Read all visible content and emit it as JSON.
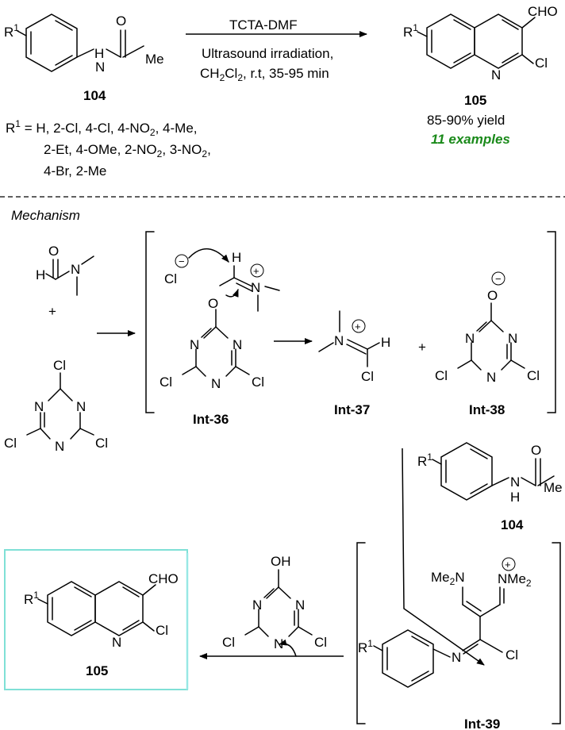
{
  "reaction": {
    "conditions_top": "TCTA-DMF",
    "conditions_mid": "Ultrasound irradiation,",
    "conditions_bot": "CH2Cl2, r.t, 35-95 min",
    "reactant_label": "104",
    "product_label": "105",
    "yield_text": "85-90% yield",
    "examples_text": "11 examples",
    "r1_line1": "R1 = H, 2-Cl, 4-Cl, 4-NO2, 4-Me,",
    "r1_line2": "2-Et, 4-OMe, 2-NO2, 3-NO2,",
    "r1_line3": "4-Br, 2-Me"
  },
  "mechanism": {
    "heading": "Mechanism",
    "int36_label": "Int-36",
    "int37_label": "Int-37",
    "int38_label": "Int-38",
    "int39_label": "Int-39",
    "reagent_label": "104",
    "final_label": "105"
  },
  "atoms": {
    "O": "O",
    "N": "N",
    "H": "H",
    "Cl": "Cl",
    "Me": "Me",
    "CHO": "CHO",
    "OH": "OH",
    "R": "R",
    "sup1": "1",
    "Me2N": "Me",
    "sub2": "2",
    "plus": "+",
    "minus": "−"
  },
  "colors": {
    "highlight_box": "#7fe0d6",
    "green_text": "#1a8a1a"
  }
}
